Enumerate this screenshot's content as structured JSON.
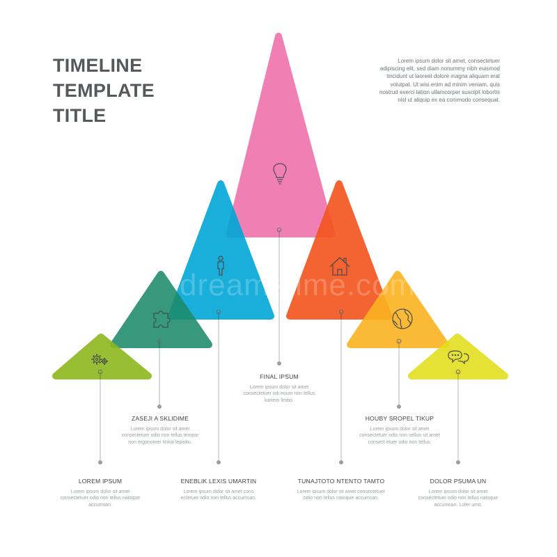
{
  "title": {
    "line1": "TIMELINE",
    "line2": "TEMPLATE",
    "line3": "TITLE"
  },
  "intro": {
    "text": "Lorem ipsum dolor sit amet, consectetuer adipiscing elit, sed diam nonummy nibh euismod tincidunt ut laoreet dolore magna aliquam erat volutpat. Ut wisi enim ad minim veniam, quis nostrud exerci tation ullamcorper suscipit lobortis nisl ut aliquip ex ea commodo consequat."
  },
  "steps": [
    {
      "id": "lorem-ipsum",
      "title": "LOREM IPSUM",
      "body": "Lorem ipsum dolor sit amet consectetuer odio non tellus natoque accumsan.",
      "color": "#8db81d",
      "icon": "gears-icon"
    },
    {
      "id": "zaseji",
      "title": "ZASEJI A SKLIDIME",
      "body": "Lorem ipsum dolor sit amet consectetuer odio non tellus tempor non ergonomer tinkal lepisku.",
      "color": "#1c8a6a",
      "icon": "puzzle-icon"
    },
    {
      "id": "eneblik",
      "title": "ENEBLIK LEXIS UMARTIN",
      "body": "Lorem ipsum dolor sit amet cons ectetuer odio non tellus accumsan.",
      "color": "#00a7d6",
      "icon": "person-icon"
    },
    {
      "id": "final",
      "title": "FINAL IPSUM",
      "body": "Lorem ipsum dolor sit amet consectetuer odi eoum non tellus kartem limbo.",
      "color": "#ee6aa7",
      "icon": "lightbulb-icon"
    },
    {
      "id": "tunajtoto",
      "title": "TUNAJTOTO NTENTO TAMTO",
      "body": "Lorem ipsum dolor sit amet consectetuer odio non tellus natoque accumsan.",
      "color": "#f2541c",
      "icon": "house-icon"
    },
    {
      "id": "houby",
      "title": "HOUBY SROPEL TIKUP",
      "body": "Lorem ipsum dolor sit amet consectetuer odio non sellun sit amet consect etuer odio non tellus.",
      "color": "#fbb321",
      "icon": "globe-icon"
    },
    {
      "id": "dolor",
      "title": "DOLOR PSUMA UN",
      "body": "Lorem ipsum dolor sit amet consectetuer odio non tellus natoque accumsan. Loter umit.",
      "color": "#e2de1a",
      "icon": "chat-bubbles-icon"
    }
  ],
  "watermark": "dreamstime.com"
}
